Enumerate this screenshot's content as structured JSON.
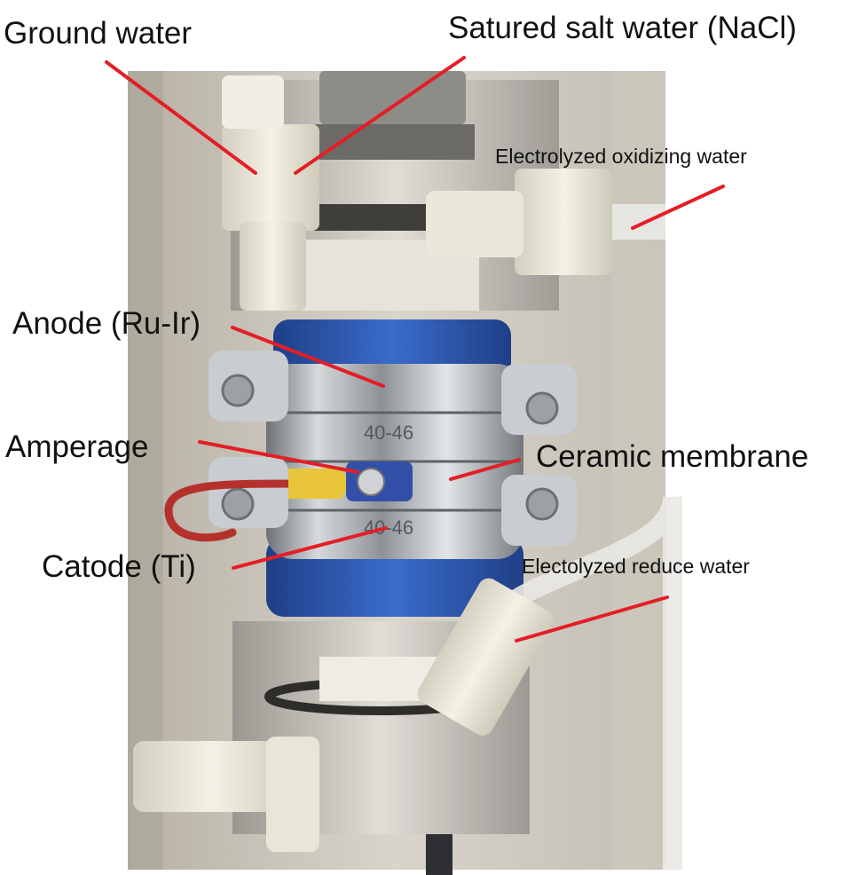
{
  "figure": {
    "labels": {
      "ground_water": "Ground water",
      "saturated_salt_water": "Satured salt water (NaCl)",
      "electrolyzed_oxidizing_water": "Electrolyzed oxidizing water",
      "anode": "Anode (Ru-Ir)",
      "amperage": "Amperage",
      "ceramic_membrane": "Ceramic membrane",
      "catode": "Catode (Ti)",
      "electrolyzed_reduce_water": "Electolyzed reduce water"
    },
    "component_markings": {
      "upper_clamp": "40-46",
      "lower_clamp": "40-46"
    },
    "colors": {
      "leader_line": "#e41e26",
      "blue_sleeve": "#2f5fb5",
      "steel": "#b9bcc1",
      "fitting": "#ece8d8",
      "background": "#ffffff"
    }
  }
}
